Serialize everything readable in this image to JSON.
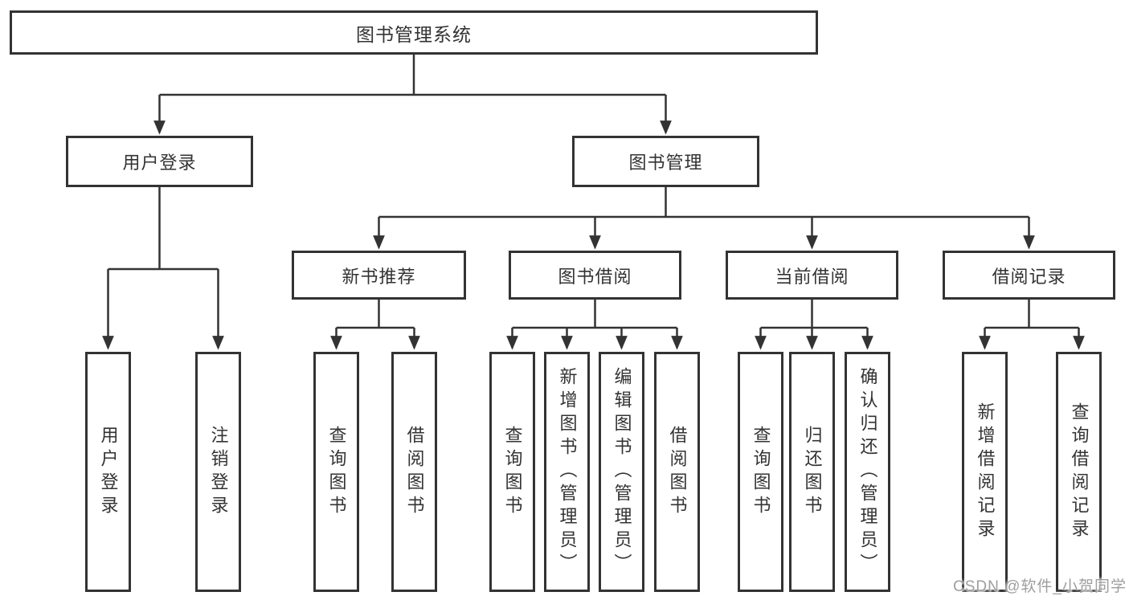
{
  "diagram": {
    "root": "图书管理系统",
    "level2": [
      "用户登录",
      "图书管理"
    ],
    "level3": [
      "新书推荐",
      "图书借阅",
      "当前借阅",
      "借阅记录"
    ],
    "leaves": {
      "user_login": [
        "用户登录",
        "注销登录"
      ],
      "new_book": [
        "查询图书",
        "借阅图书"
      ],
      "book_borrow": [
        "查询图书",
        "新增图书（管理员）",
        "编辑图书（管理员）",
        "借阅图书"
      ],
      "current_borrow": [
        "查询图书",
        "归还图书",
        "确认归还（管理员）"
      ],
      "borrow_record": [
        "新增借阅记录",
        "查询借阅记录"
      ]
    }
  },
  "watermark": "CSDN @软件_小贺同学",
  "colors": {
    "line": "#333333",
    "text": "#333333",
    "background": "#ffffff",
    "watermark": "#9e9e9e"
  }
}
